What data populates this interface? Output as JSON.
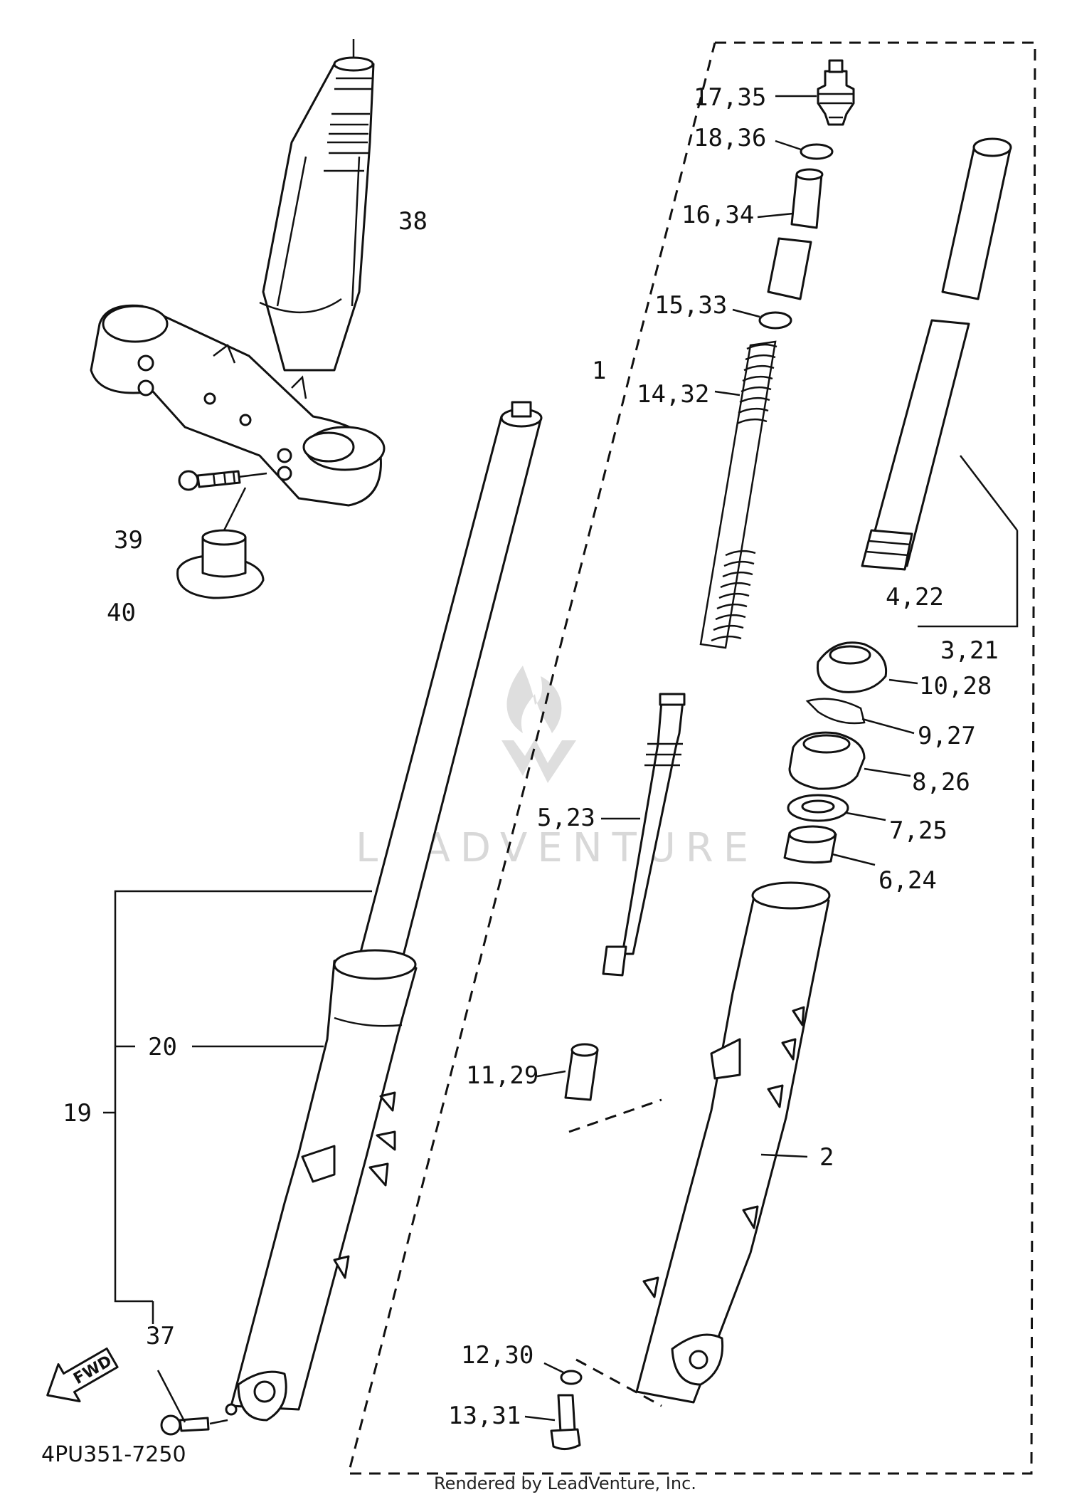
{
  "diagram": {
    "part_labels": [
      {
        "id": "17-35",
        "text": "17,35"
      },
      {
        "id": "18-36",
        "text": "18,36"
      },
      {
        "id": "16-34",
        "text": "16,34"
      },
      {
        "id": "15-33",
        "text": "15,33"
      },
      {
        "id": "1",
        "text": "1"
      },
      {
        "id": "14-32",
        "text": "14,32"
      },
      {
        "id": "38",
        "text": "38"
      },
      {
        "id": "39",
        "text": "39"
      },
      {
        "id": "40",
        "text": "40"
      },
      {
        "id": "4-22",
        "text": "4,22"
      },
      {
        "id": "3-21",
        "text": "3,21"
      },
      {
        "id": "10-28",
        "text": "10,28"
      },
      {
        "id": "9-27",
        "text": "9,27"
      },
      {
        "id": "8-26",
        "text": "8,26"
      },
      {
        "id": "7-25",
        "text": "7,25"
      },
      {
        "id": "6-24",
        "text": "6,24"
      },
      {
        "id": "5-23",
        "text": "5,23"
      },
      {
        "id": "20",
        "text": "20"
      },
      {
        "id": "19",
        "text": "19"
      },
      {
        "id": "11-29",
        "text": "11,29"
      },
      {
        "id": "2",
        "text": "2"
      },
      {
        "id": "37",
        "text": "37"
      },
      {
        "id": "12-30",
        "text": "12,30"
      },
      {
        "id": "13-31",
        "text": "13,31"
      }
    ],
    "fwd_arrow_text": "FWD",
    "diagram_code": "4PU351-7250",
    "watermark": "LEADVENTURE",
    "credit": "Rendered by LeadVenture, Inc."
  }
}
